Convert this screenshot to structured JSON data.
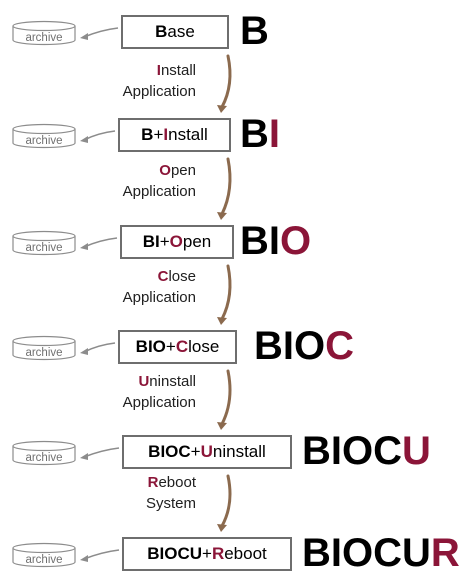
{
  "accent_color": "#8b1538",
  "arrow_color": "#8b6a4e",
  "archive_label": "archive",
  "stages": [
    {
      "box": [
        {
          "text": "B",
          "style": "bold"
        },
        {
          "text": "ase",
          "style": "plain"
        }
      ],
      "code": [
        {
          "text": "B",
          "style": "plain"
        }
      ],
      "action": null
    },
    {
      "box": [
        {
          "text": "B",
          "style": "bold"
        },
        {
          "text": " + ",
          "style": "plain"
        },
        {
          "text": "I",
          "style": "acc"
        },
        {
          "text": "nstall",
          "style": "plain"
        }
      ],
      "code": [
        {
          "text": "B",
          "style": "plain"
        },
        {
          "text": "I",
          "style": "acc"
        }
      ],
      "action": [
        [
          {
            "text": "I",
            "style": "acc"
          },
          {
            "text": "nstall",
            "style": "plain"
          }
        ],
        [
          {
            "text": "Application",
            "style": "plain"
          }
        ]
      ]
    },
    {
      "box": [
        {
          "text": "BI",
          "style": "bold"
        },
        {
          "text": " + ",
          "style": "plain"
        },
        {
          "text": "O",
          "style": "acc"
        },
        {
          "text": "pen",
          "style": "plain"
        }
      ],
      "code": [
        {
          "text": "BI",
          "style": "plain"
        },
        {
          "text": "O",
          "style": "acc"
        }
      ],
      "action": [
        [
          {
            "text": "O",
            "style": "acc"
          },
          {
            "text": "pen",
            "style": "plain"
          }
        ],
        [
          {
            "text": "Application",
            "style": "plain"
          }
        ]
      ]
    },
    {
      "box": [
        {
          "text": "BIO",
          "style": "bold"
        },
        {
          "text": " + ",
          "style": "plain"
        },
        {
          "text": "C",
          "style": "acc"
        },
        {
          "text": "lose",
          "style": "plain"
        }
      ],
      "code": [
        {
          "text": "BIO",
          "style": "plain"
        },
        {
          "text": "C",
          "style": "acc"
        }
      ],
      "action": [
        [
          {
            "text": "C",
            "style": "acc"
          },
          {
            "text": "lose",
            "style": "plain"
          }
        ],
        [
          {
            "text": "Application",
            "style": "plain"
          }
        ]
      ]
    },
    {
      "box": [
        {
          "text": "BIOC",
          "style": "bold"
        },
        {
          "text": " + ",
          "style": "plain"
        },
        {
          "text": "U",
          "style": "acc"
        },
        {
          "text": "ninstall",
          "style": "plain"
        }
      ],
      "code": [
        {
          "text": "BIOC",
          "style": "plain"
        },
        {
          "text": "U",
          "style": "acc"
        }
      ],
      "action": [
        [
          {
            "text": "U",
            "style": "acc"
          },
          {
            "text": "ninstall",
            "style": "plain"
          }
        ],
        [
          {
            "text": "Application",
            "style": "plain"
          }
        ]
      ]
    },
    {
      "box": [
        {
          "text": "BIOCU",
          "style": "bold"
        },
        {
          "text": " + ",
          "style": "plain"
        },
        {
          "text": "R",
          "style": "acc"
        },
        {
          "text": "eboot",
          "style": "plain"
        }
      ],
      "code": [
        {
          "text": "BIOCU",
          "style": "plain"
        },
        {
          "text": "R",
          "style": "acc"
        }
      ],
      "action": [
        [
          {
            "text": "R",
            "style": "acc"
          },
          {
            "text": "eboot",
            "style": "plain"
          }
        ],
        [
          {
            "text": "System",
            "style": "plain"
          }
        ]
      ]
    }
  ]
}
